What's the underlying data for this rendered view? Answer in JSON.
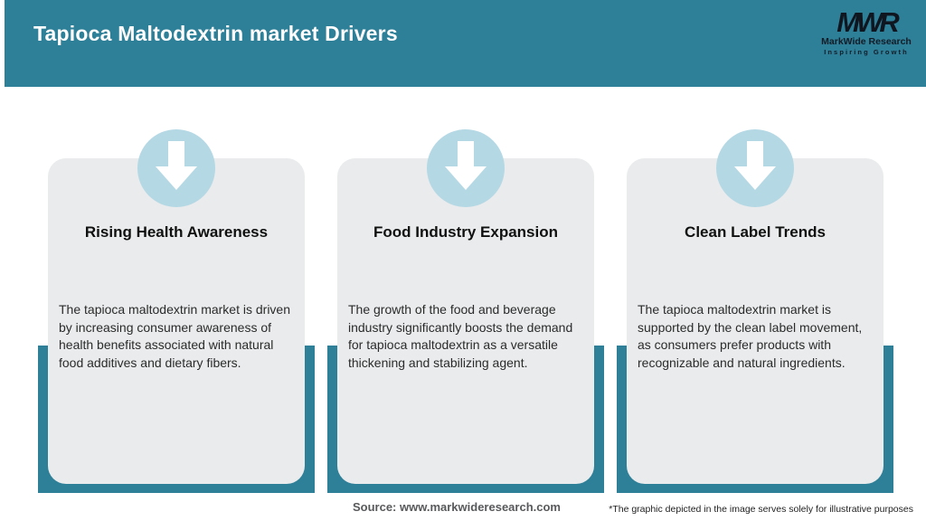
{
  "header": {
    "title": "Tapioca Maltodextrin market Drivers"
  },
  "logo": {
    "monogram": "MWR",
    "name": "MarkWide Research",
    "tagline": "Inspiring Growth"
  },
  "cards": [
    {
      "icon": "arrow-down-icon",
      "title": "Rising Health Awareness",
      "description": "The tapioca maltodextrin market is driven by increasing consumer awareness of health benefits associated with natural food additives and dietary fibers."
    },
    {
      "icon": "arrow-down-icon",
      "title": "Food Industry Expansion",
      "description": "The growth of the food and beverage industry significantly boosts the demand for tapioca maltodextrin as a versatile thickening and stabilizing agent."
    },
    {
      "icon": "arrow-down-icon",
      "title": "Clean Label Trends",
      "description": "The tapioca maltodextrin market is supported by the clean label movement, as consumers prefer products with recognizable and natural ingredients."
    }
  ],
  "footer": {
    "source": "Source: www.markwideresearch.com",
    "disclaimer": "*The graphic depicted in the image serves solely for illustrative purposes"
  },
  "colors": {
    "teal": "#2e7f98",
    "circle_blue": "#b5d8e5",
    "card_gray": "#e9ebec",
    "header_text": "#ffffff"
  }
}
